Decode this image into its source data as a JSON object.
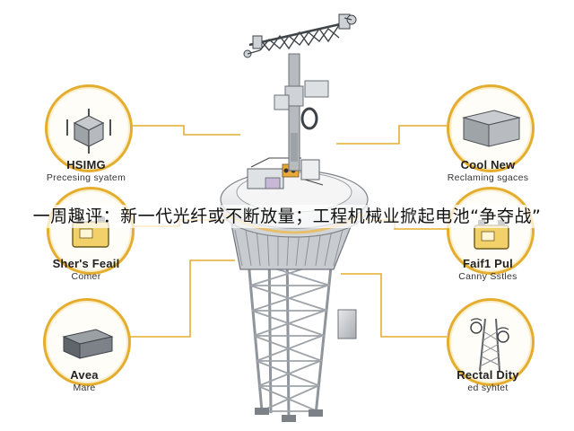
{
  "headline": "一周趣评：新一代光纤或不断放量；工程机械业掀起电池“争夺战”",
  "callouts": [
    {
      "id": "top-left",
      "title": "HSIMG",
      "subtitle": "Precesing syatem",
      "icon": "processing-module-icon"
    },
    {
      "id": "mid-left",
      "title": "Sher's Feail",
      "subtitle": "Comer",
      "icon": "battery-box-icon"
    },
    {
      "id": "bottom-left",
      "title": "Avea",
      "subtitle": "Mare",
      "icon": "server-unit-icon"
    },
    {
      "id": "top-right",
      "title": "Cool New",
      "subtitle": "Reclaming sgaces",
      "icon": "cooling-cabinet-icon"
    },
    {
      "id": "mid-right",
      "title": "Faif1 Pul",
      "subtitle": "Canny Sstles",
      "icon": "battery-box-icon"
    },
    {
      "id": "bottom-right",
      "title": "Rectal Dity",
      "subtitle": "ed syhtet",
      "icon": "antenna-mast-icon"
    }
  ],
  "colors": {
    "accent": "#e4ad2e",
    "tower": "#9aa0a6",
    "tower_dark": "#5f656b",
    "battery": "#f3d16a"
  }
}
